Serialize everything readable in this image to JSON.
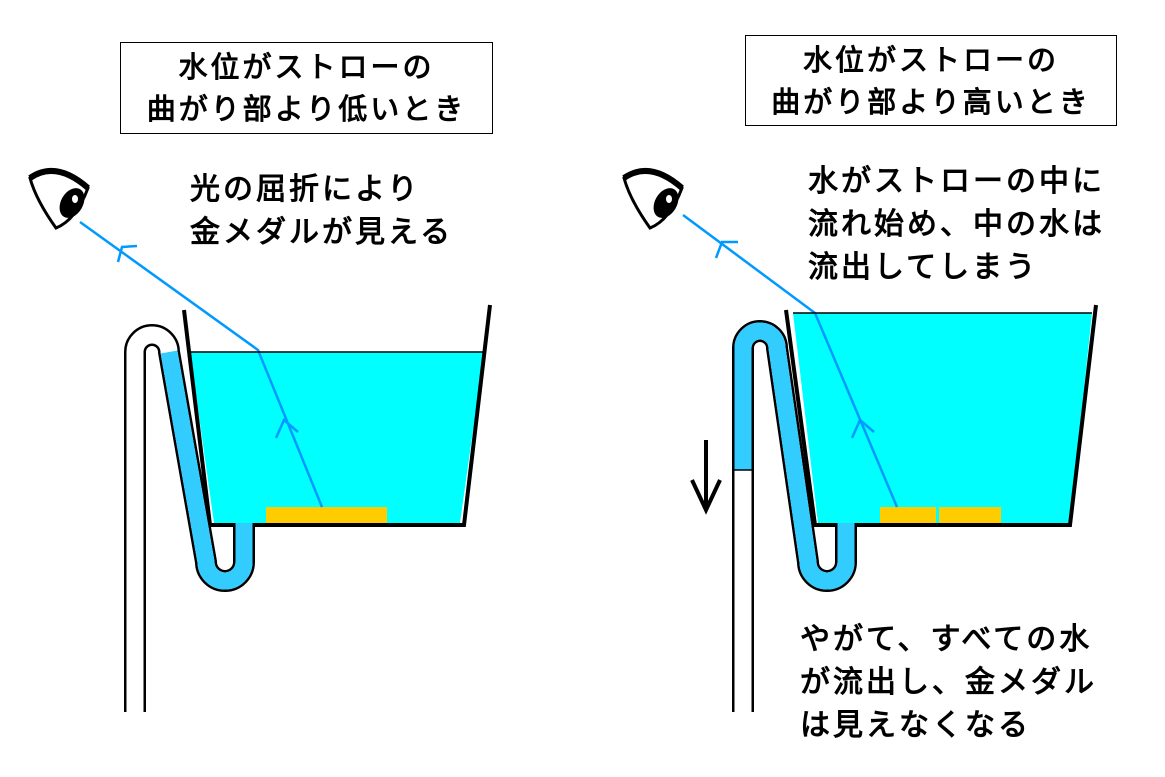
{
  "left_panel": {
    "title": [
      "水位がストローの",
      "曲がり部より低いとき"
    ],
    "caption": [
      "光の屈折により",
      "金メダルが見える"
    ]
  },
  "right_panel": {
    "title": [
      "水位がストローの",
      "曲がり部より高いとき"
    ],
    "caption_top": [
      "水がストローの中に",
      "流れ始め、中の水は",
      "流出してしまう"
    ],
    "caption_bottom": [
      "やがて、すべての水",
      "が流出し、金メダル",
      "は見えなくなる"
    ]
  },
  "colors": {
    "water": "#00ffff",
    "straw_water": "#33ccff",
    "light_ray": "#0099ff",
    "medal": "#ffcc00",
    "outline": "#000000"
  },
  "icons": [
    "eye-icon",
    "eye-icon",
    "down-arrow-icon"
  ]
}
